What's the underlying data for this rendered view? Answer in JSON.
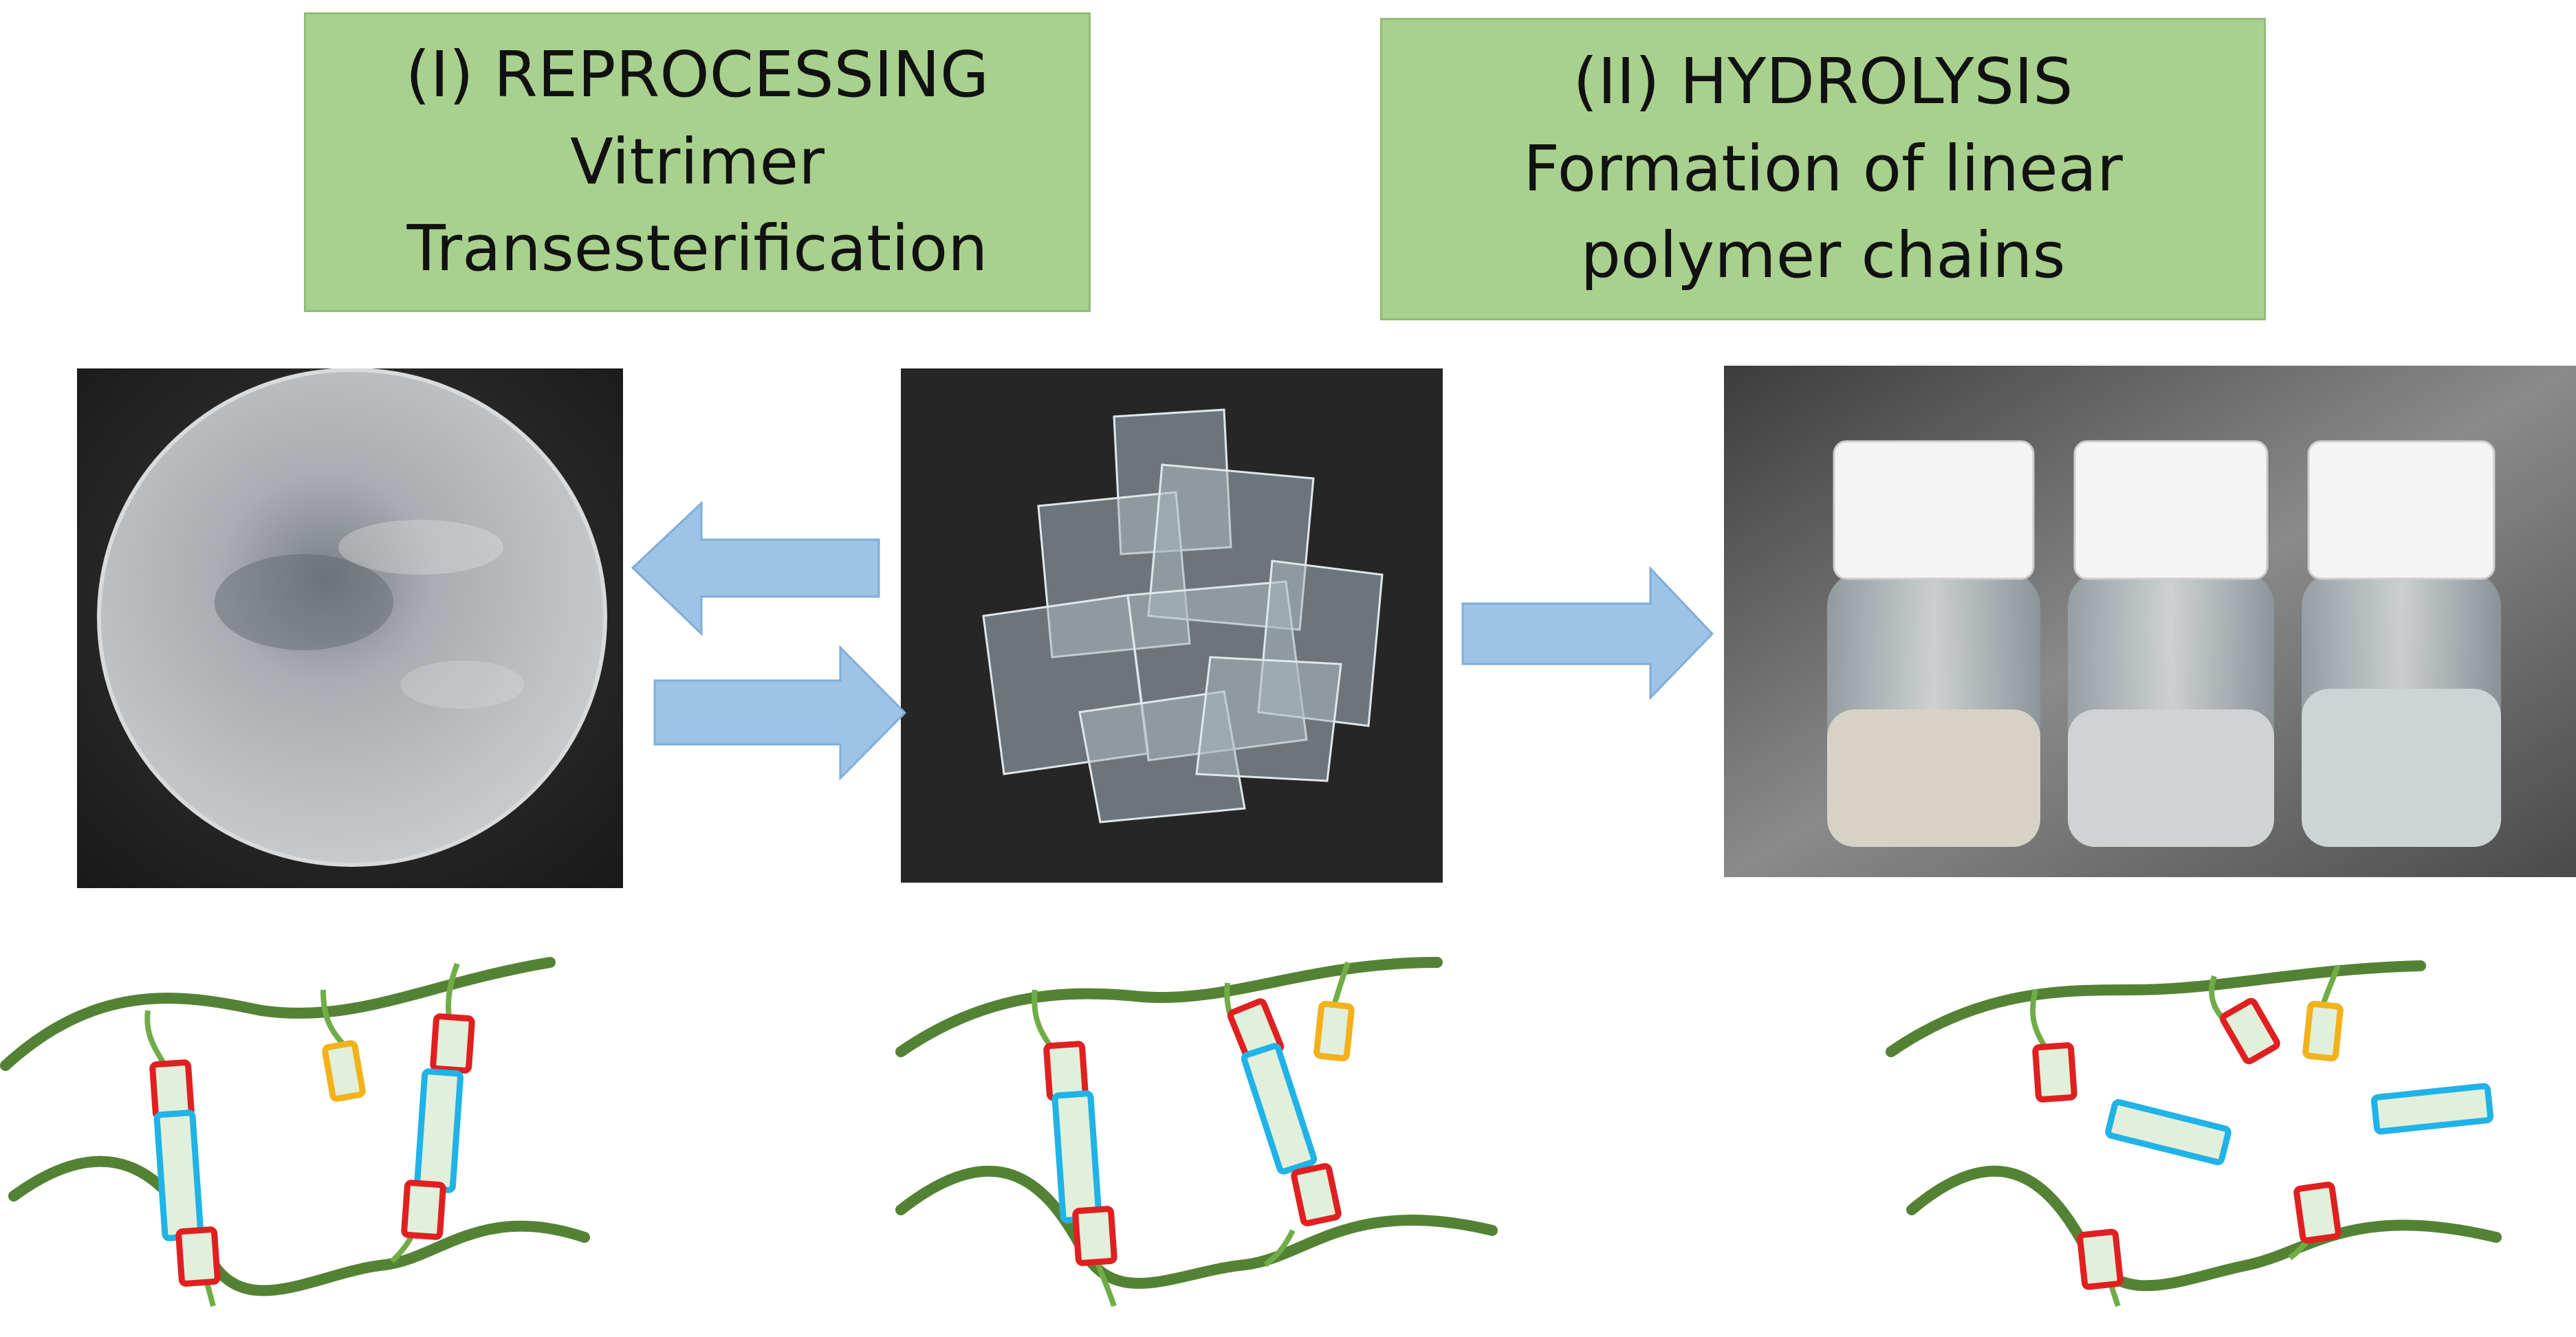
{
  "panels": [
    {
      "id": "reprocessing",
      "lines": [
        "(I) REPROCESSING",
        "Vitrimer",
        "Transesterification"
      ]
    },
    {
      "id": "hydrolysis",
      "lines": [
        "(II) HYDROLYSIS",
        "Formation of linear",
        "polymer chains"
      ]
    }
  ],
  "photos": [
    {
      "subject": "reprocessed-vitrimer-disc"
    },
    {
      "subject": "vitrimer-film-pieces"
    },
    {
      "subject": "hydrolysis-vials"
    }
  ],
  "colors": {
    "label_fill": "#a9d18e",
    "arrow_fill": "#9dc3e6",
    "backbone": "#548235",
    "linker": "#70ad47",
    "ester_red": "#e02020",
    "diol_blue": "#1fb3e8",
    "free_yellow": "#f2b21b",
    "block_fill": "#e2efda"
  }
}
